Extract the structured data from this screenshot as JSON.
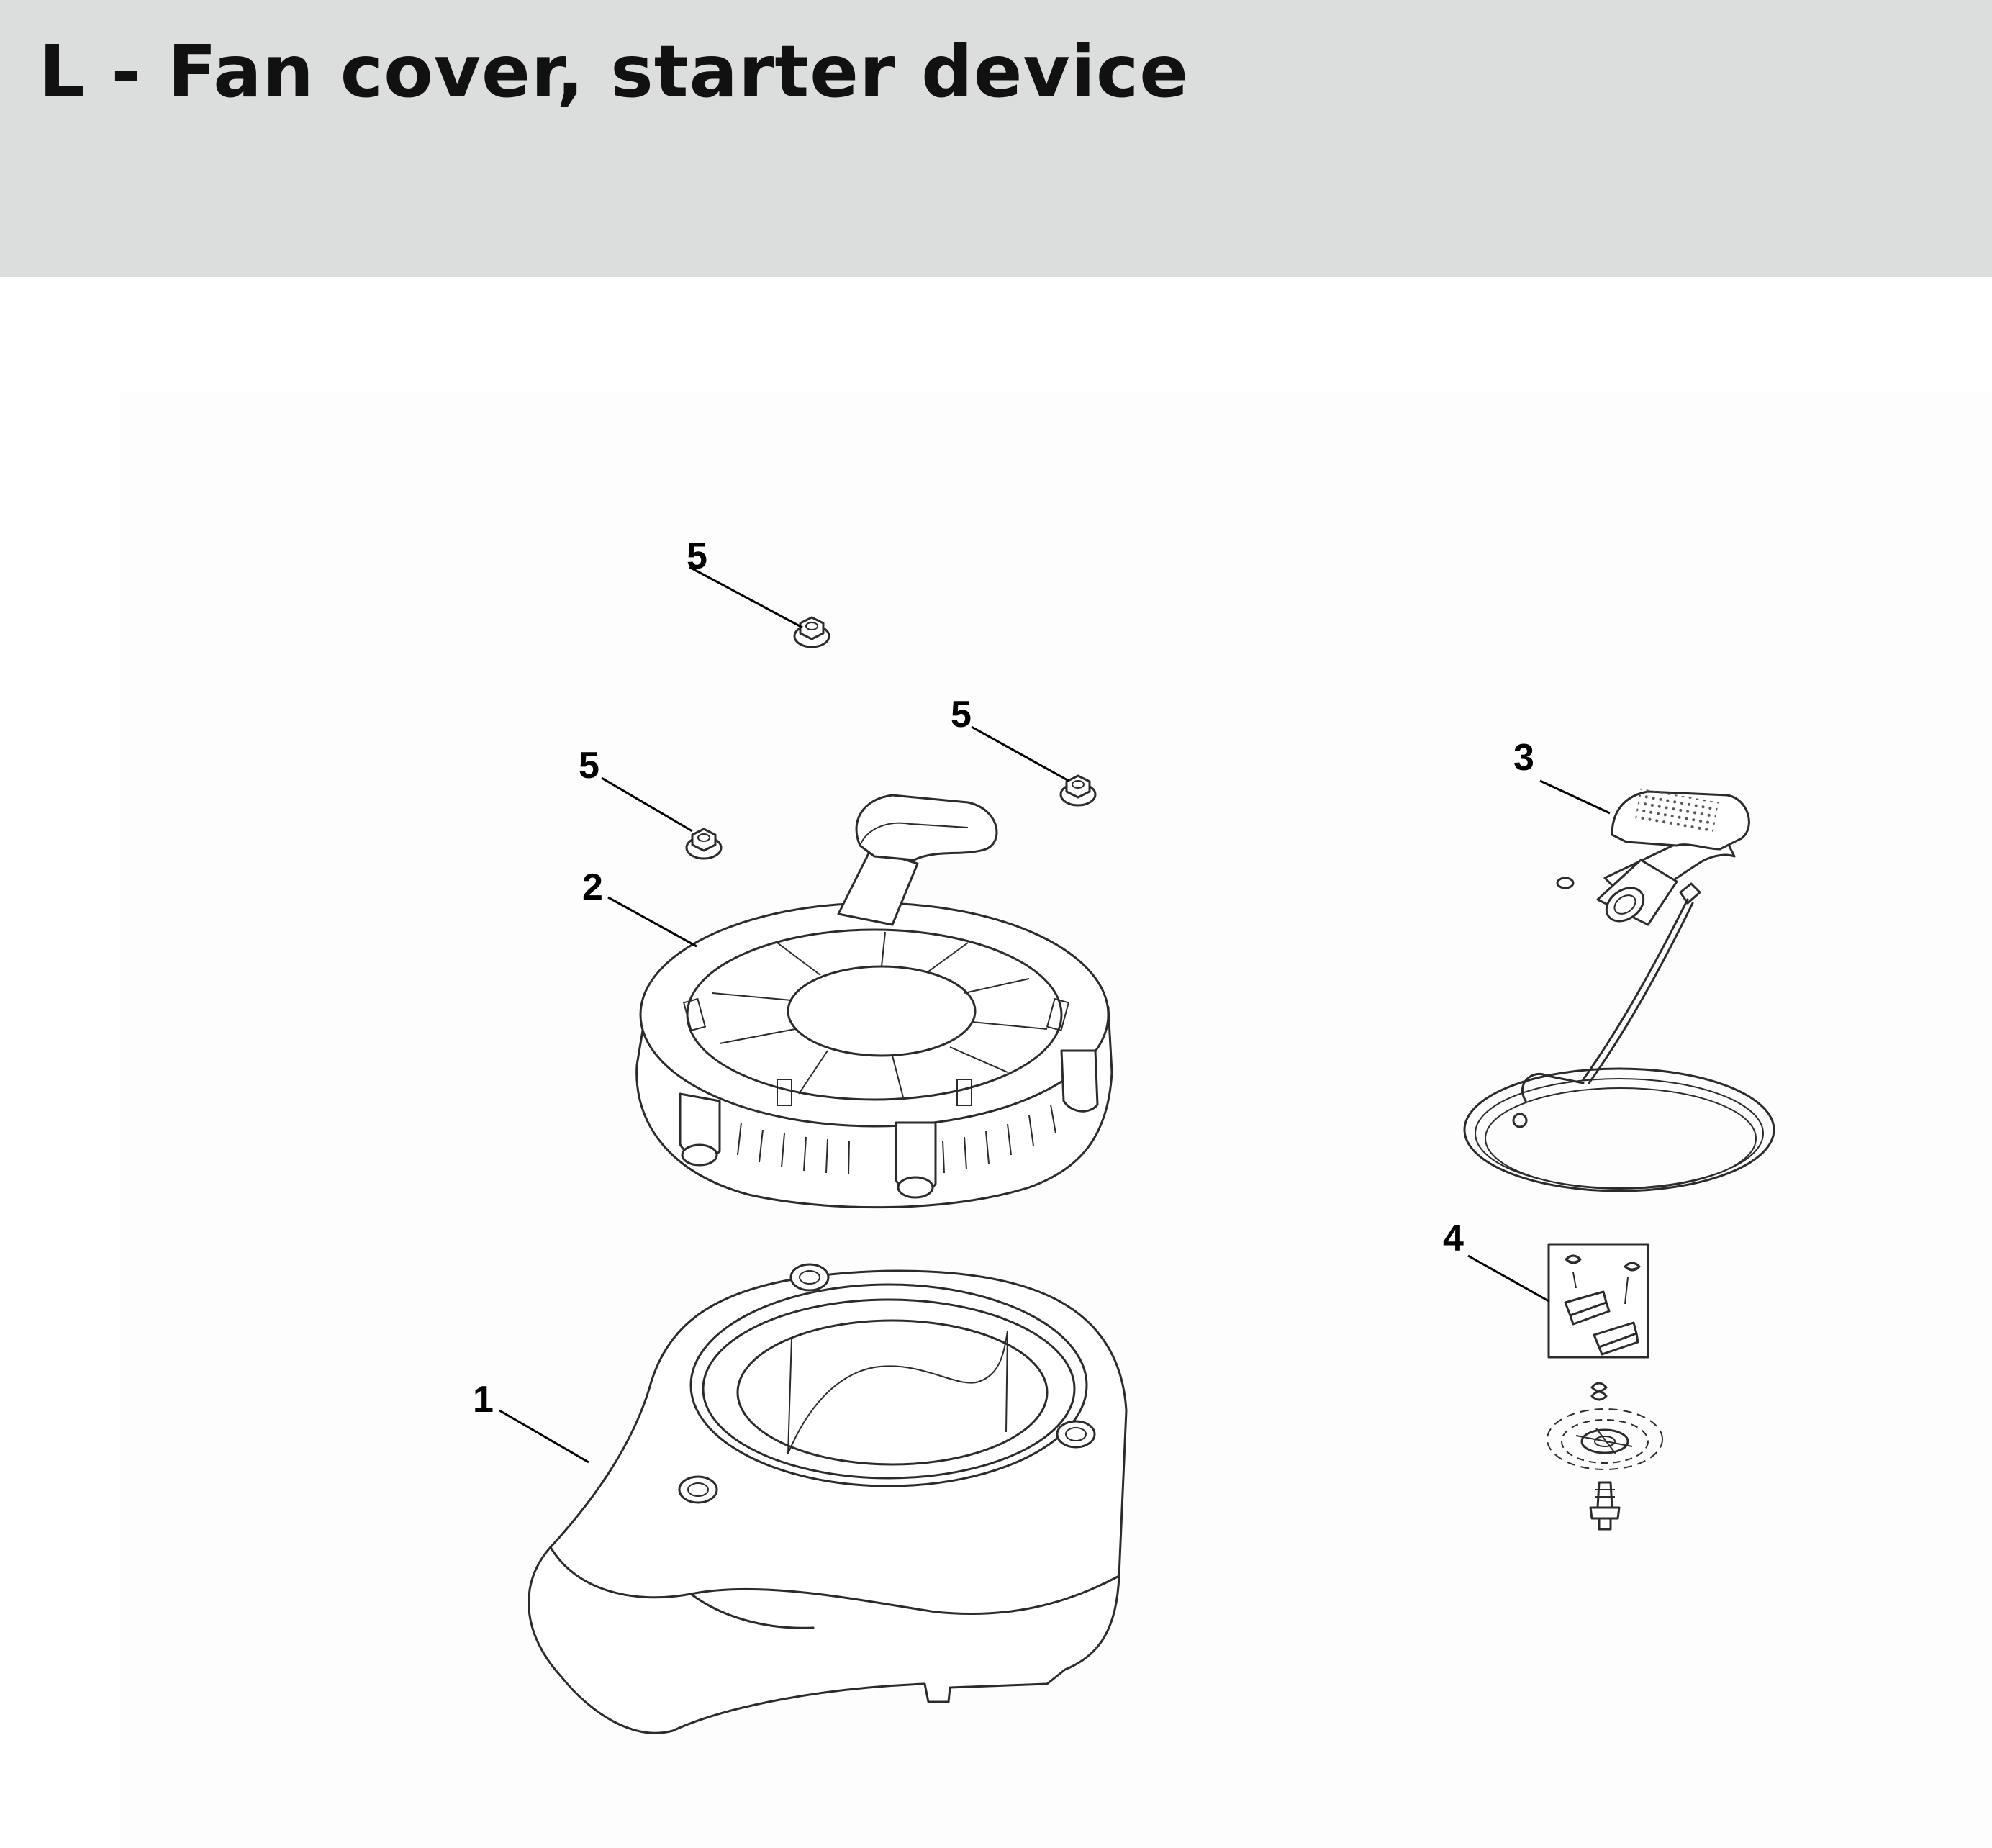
{
  "header": {
    "title": "L - Fan cover, starter device",
    "background_color": "#dcdddd"
  },
  "diagram": {
    "callouts": [
      {
        "id": "c1",
        "label": "1",
        "part": "fan-cover"
      },
      {
        "id": "c2",
        "label": "2",
        "part": "rewind-starter"
      },
      {
        "id": "c3",
        "label": "3",
        "part": "starter-grip-with-rope"
      },
      {
        "id": "c4",
        "label": "4",
        "part": "pawl-kit"
      },
      {
        "id": "c5a",
        "label": "5",
        "part": "flange-nut"
      },
      {
        "id": "c5b",
        "label": "5",
        "part": "flange-nut"
      },
      {
        "id": "c5c",
        "label": "5",
        "part": "flange-nut"
      }
    ]
  }
}
